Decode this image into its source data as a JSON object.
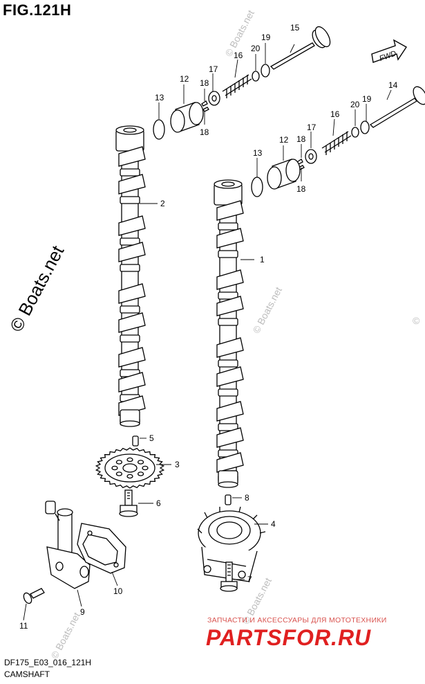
{
  "title": "FIG.121H",
  "diagram_code": "DF175_E03_016_121H",
  "caption": "CAMSHAFT",
  "direction_label": "FWD",
  "watermarks": {
    "main": "© Boats.net",
    "small": [
      "© Boats.net",
      "© Boats.net",
      "© Boats.net",
      "© Boats.net",
      "©"
    ]
  },
  "promo": {
    "tagline": "ЗАПЧАСТИ И АКСЕССУАРЫ ДЛЯ МОТОТЕХНИКИ",
    "logo": "PARTSFOR.RU"
  },
  "callouts": [
    "1",
    "2",
    "3",
    "4",
    "5",
    "6",
    "7",
    "8",
    "9",
    "10",
    "11",
    "12",
    "12",
    "13",
    "13",
    "14",
    "15",
    "16",
    "16",
    "17",
    "17",
    "18",
    "18",
    "18",
    "18",
    "19",
    "19",
    "20",
    "20"
  ],
  "colors": {
    "line": "#000000",
    "promo": "#e02020",
    "watermark": "#bdbdbd"
  }
}
